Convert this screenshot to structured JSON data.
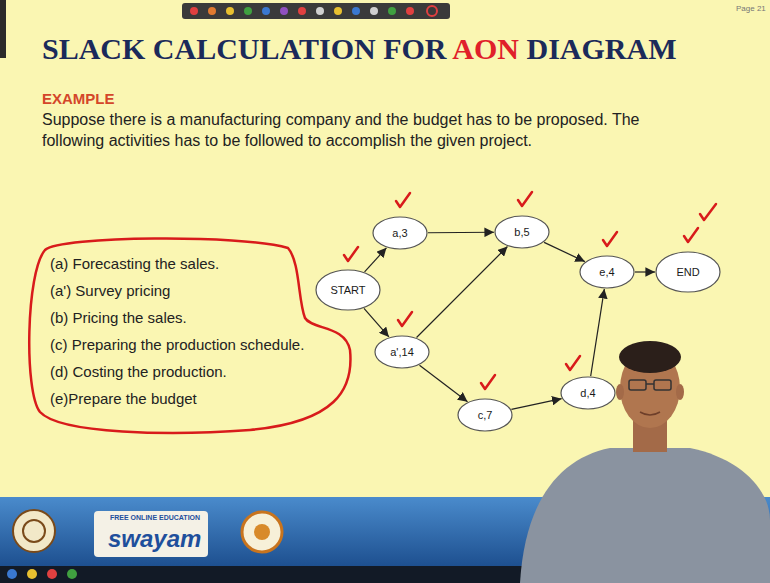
{
  "diagram": {
    "title": "SLACK CALCULATION FOR AON DIAGRAM",
    "nodes": [
      {
        "text": [
          "START"
        ]
      },
      {
        "text": [
          "a,3"
        ]
      },
      {
        "text": [
          "b,5"
        ]
      },
      {
        "text": [
          "a',14"
        ]
      },
      {
        "text": [
          "c,7"
        ]
      },
      {
        "text": [
          "d,4"
        ]
      },
      {
        "text": [
          "e,4"
        ]
      },
      {
        "text": [
          "END"
        ]
      }
    ],
    "edges": [
      {
        "from": 0,
        "to": 1,
        "arrow": "to"
      },
      {
        "from": 0,
        "to": 3,
        "arrow": "to"
      },
      {
        "from": 1,
        "to": 2,
        "arrow": "to"
      },
      {
        "from": 3,
        "to": 2,
        "arrow": "to"
      },
      {
        "from": 3,
        "to": 4,
        "arrow": "to"
      },
      {
        "from": 4,
        "to": 5,
        "arrow": "to"
      },
      {
        "from": 5,
        "to": 6,
        "arrow": "to"
      },
      {
        "from": 2,
        "to": 6,
        "arrow": "to"
      },
      {
        "from": 6,
        "to": 7,
        "arrow": "to"
      }
    ],
    "labels": [
      "Page 21",
      "EXAMPLE",
      "Suppose there is a manufacturing company and the budget has to be proposed. The following activities has to be followed to accomplish the given project.",
      "(a) Forecasting the sales.",
      "(a') Survey pricing",
      "(b) Pricing the sales.",
      "(c) Preparing the production schedule.",
      "(d) Costing the production.",
      "(e)Prepare the budget",
      "FREE ONLINE EDUCATION",
      "swayam"
    ]
  }
}
